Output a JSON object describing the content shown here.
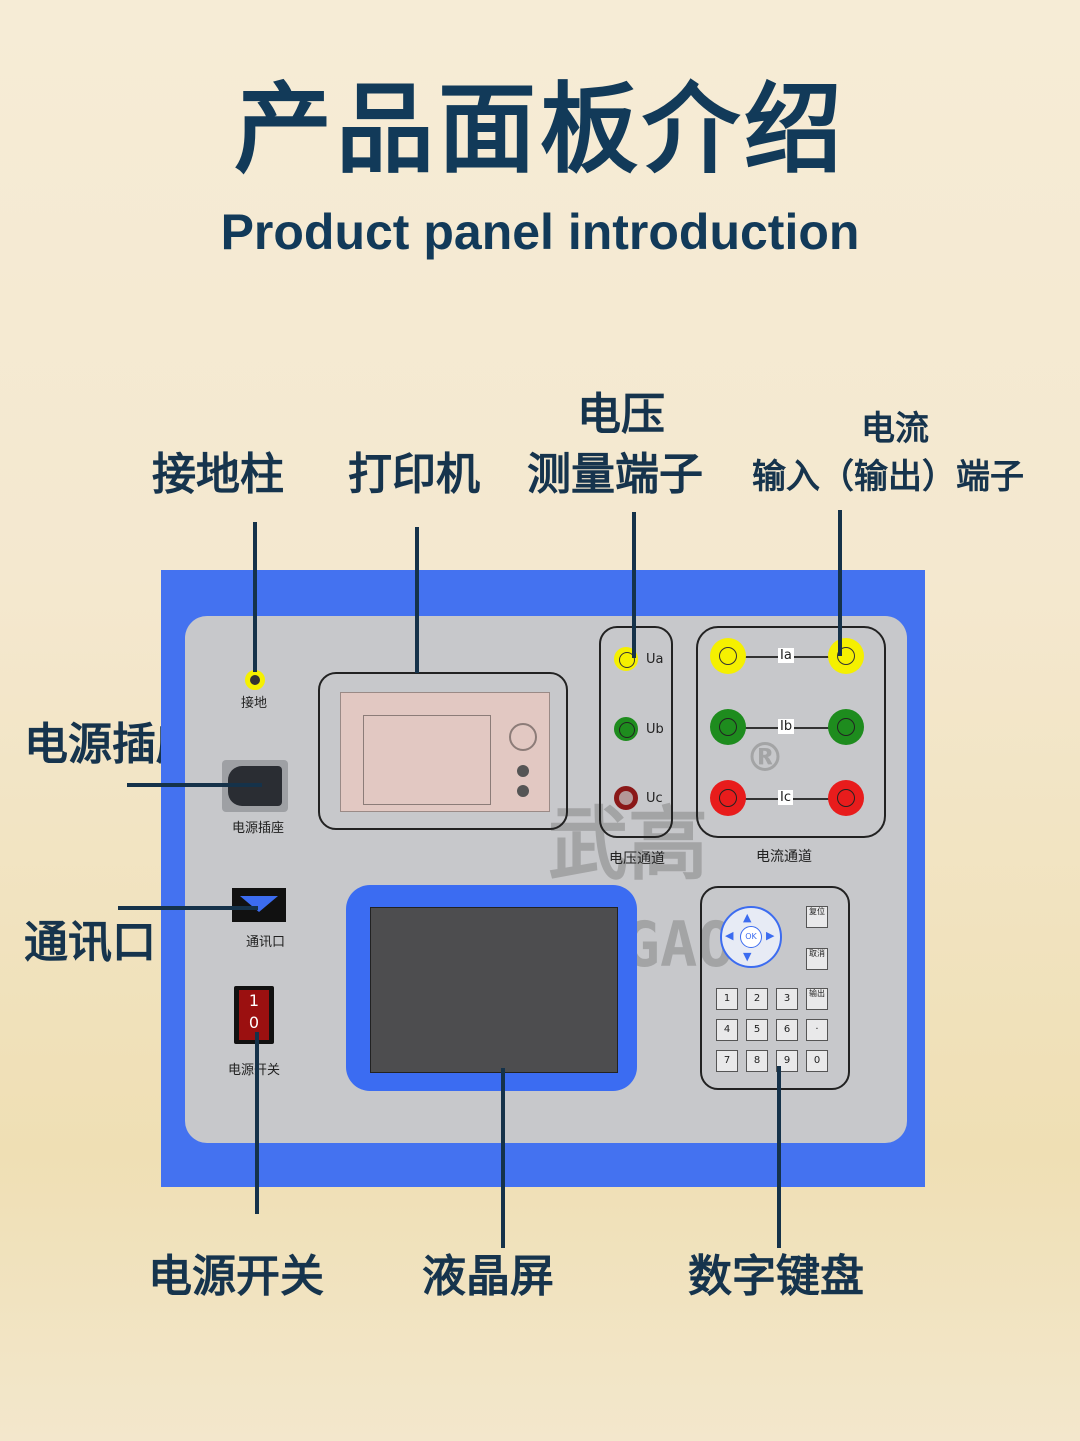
{
  "header": {
    "title_cn": "产品面板介绍",
    "title_en": "Product panel introduction"
  },
  "callouts": {
    "ground_post": "接地柱",
    "printer": "打印机",
    "voltage_terminal_line1": "电压",
    "voltage_terminal_line2": "测量端子",
    "current_terminal_line1": "电流",
    "current_terminal_line2": "输入（输出）端子",
    "power_socket": "电源插座",
    "comm_port": "通讯口",
    "power_switch": "电源开关",
    "lcd": "液晶屏",
    "keypad": "数字键盘"
  },
  "panel": {
    "ground_label": "接地",
    "socket_label": "电源插座",
    "comm_label": "通讯口",
    "switch_label": "电源开关",
    "switch_on": "1",
    "switch_off": "0",
    "voltage_channel_label": "电压通道",
    "current_channel_label": "电流通道",
    "voltage_jacks": [
      "Ua",
      "Ub",
      "Uc"
    ],
    "current_jacks": [
      "Ia",
      "Ib",
      "Ic"
    ],
    "keypad": {
      "ok": "OK",
      "side_keys": [
        "复位",
        "取消",
        "输出"
      ],
      "digits": [
        "1",
        "2",
        "3",
        "4",
        "5",
        "6",
        "·",
        "7",
        "8",
        "9",
        "0"
      ]
    },
    "watermark_cn": "武高",
    "watermark_en": "WUGAO",
    "registered": "®"
  },
  "colors": {
    "panel_blue": "#4472f0",
    "panel_grey": "#c7c8cb",
    "jack_yellow": "#f5f000",
    "jack_green": "#1e8c1e",
    "jack_red": "#e81c1c",
    "text_navy": "#123a59"
  }
}
